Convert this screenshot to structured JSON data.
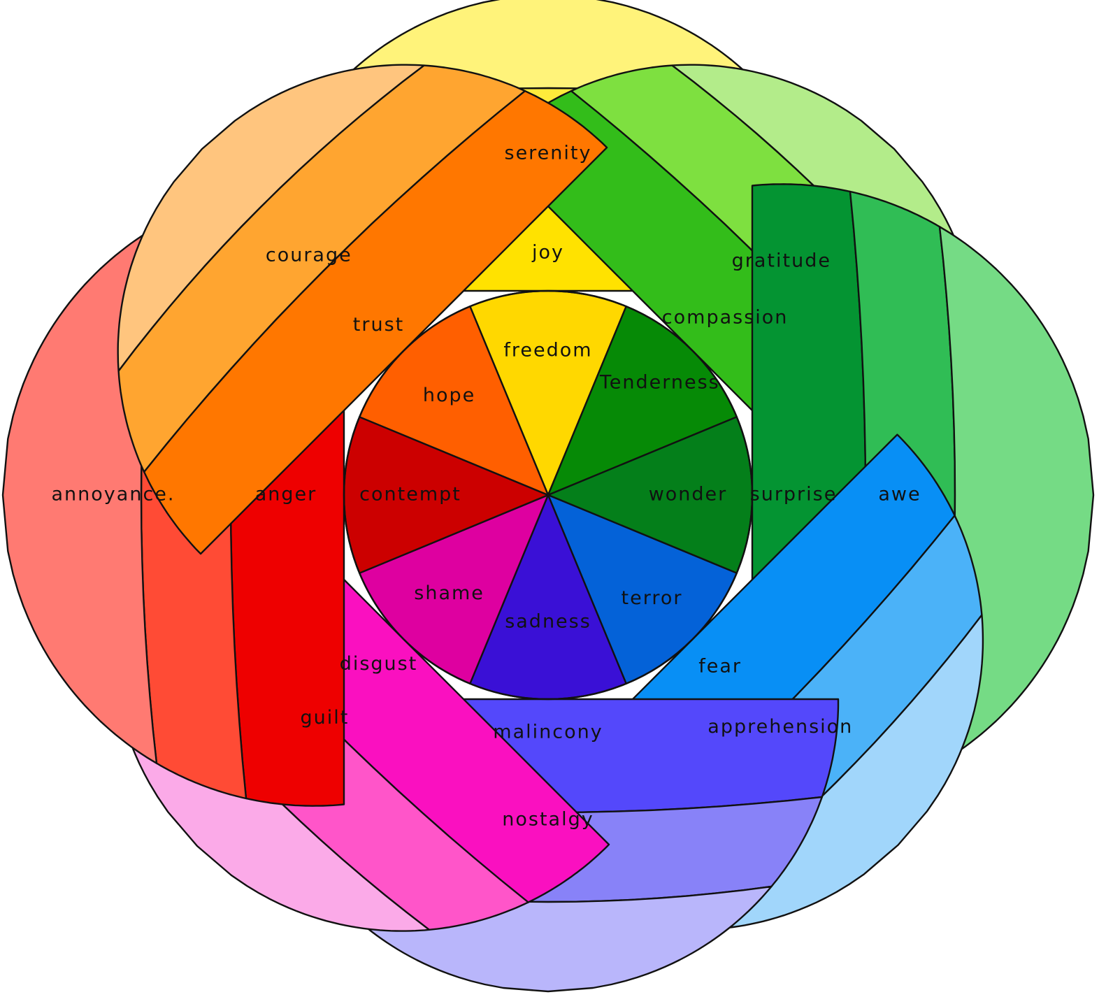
{
  "center_label": "",
  "petals": [
    {
      "id": "yellow",
      "colors": [
        "#FFD800",
        "#FFE200",
        "#FFEB3B",
        "#FFF37A"
      ],
      "labels": [
        "freedom",
        "joy",
        "serenity",
        ""
      ]
    },
    {
      "id": "green",
      "colors": [
        "#068A06",
        "#33BD1A",
        "#7EE040",
        "#B3EC8A"
      ],
      "labels": [
        "Tenderness",
        "compassion",
        "gratitude",
        ""
      ]
    },
    {
      "id": "emerald",
      "colors": [
        "#047F1A",
        "#049432",
        "#30BD55",
        "#75DB85"
      ],
      "labels": [
        "wonder",
        "surprise",
        "awe",
        ""
      ]
    },
    {
      "id": "blue",
      "colors": [
        "#0462D8",
        "#088FF5",
        "#4BB2F8",
        "#A1D6FB"
      ],
      "labels": [
        "terror",
        "fear",
        "apprehension",
        ""
      ]
    },
    {
      "id": "indigo",
      "colors": [
        "#3A10D6",
        "#5448FB",
        "#8882F8",
        "#B9B6FB"
      ],
      "labels": [
        "sadness",
        "malincony",
        "nostalgy",
        ""
      ]
    },
    {
      "id": "magenta",
      "colors": [
        "#DE00A0",
        "#FA10C0",
        "#FF55C9",
        "#FBAAE8"
      ],
      "labels": [
        "shame",
        "disgust",
        "guilt",
        ""
      ]
    },
    {
      "id": "red",
      "colors": [
        "#CC0000",
        "#EE0000",
        "#FF4B35",
        "#FF7A72"
      ],
      "labels": [
        "contempt",
        "anger",
        "annoyance.",
        ""
      ]
    },
    {
      "id": "orange",
      "colors": [
        "#FF5F00",
        "#FF7700",
        "#FFA530",
        "#FFC57E"
      ],
      "labels": [
        "hope",
        "trust",
        "courage",
        ""
      ]
    }
  ]
}
